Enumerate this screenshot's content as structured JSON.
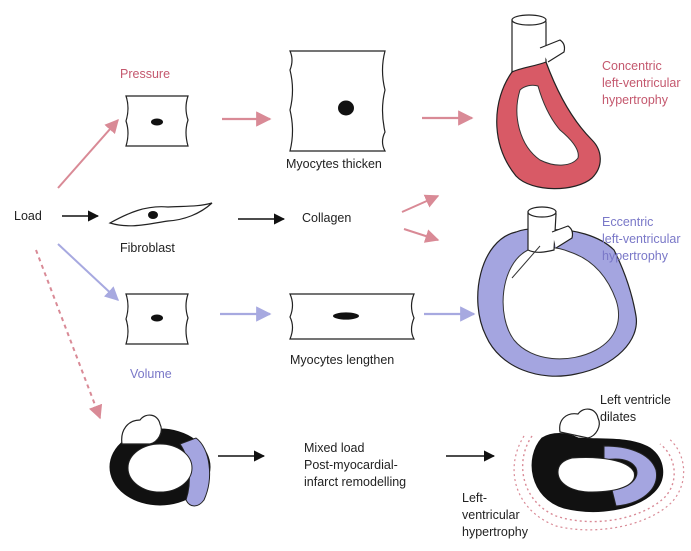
{
  "colors": {
    "pressure": "#d98a96",
    "volume": "#a7a9e0",
    "concentric_fill": "#d85a66",
    "eccentric_fill": "#a4a5e0",
    "pink_text": "#c4586e",
    "blue_text": "#7a78c8",
    "ink": "#111111"
  },
  "labels": {
    "load": "Load",
    "pressure": "Pressure",
    "volume": "Volume",
    "fibroblast": "Fibroblast",
    "collagen": "Collagen",
    "myocytes_thicken": "Myocytes thicken",
    "myocytes_lengthen": "Myocytes lengthen",
    "concentric": [
      "Concentric",
      "left-ventricular",
      "hypertrophy"
    ],
    "eccentric": [
      "Eccentric",
      "left-ventricular",
      "hypertrophy"
    ],
    "mixed": [
      "Mixed load",
      "Post-myocardial-",
      "infarct remodelling"
    ],
    "lvh": [
      "Left-",
      "ventricular",
      "hypertrophy"
    ],
    "lv_dilates": [
      "Left ventricle",
      "dilates"
    ]
  }
}
